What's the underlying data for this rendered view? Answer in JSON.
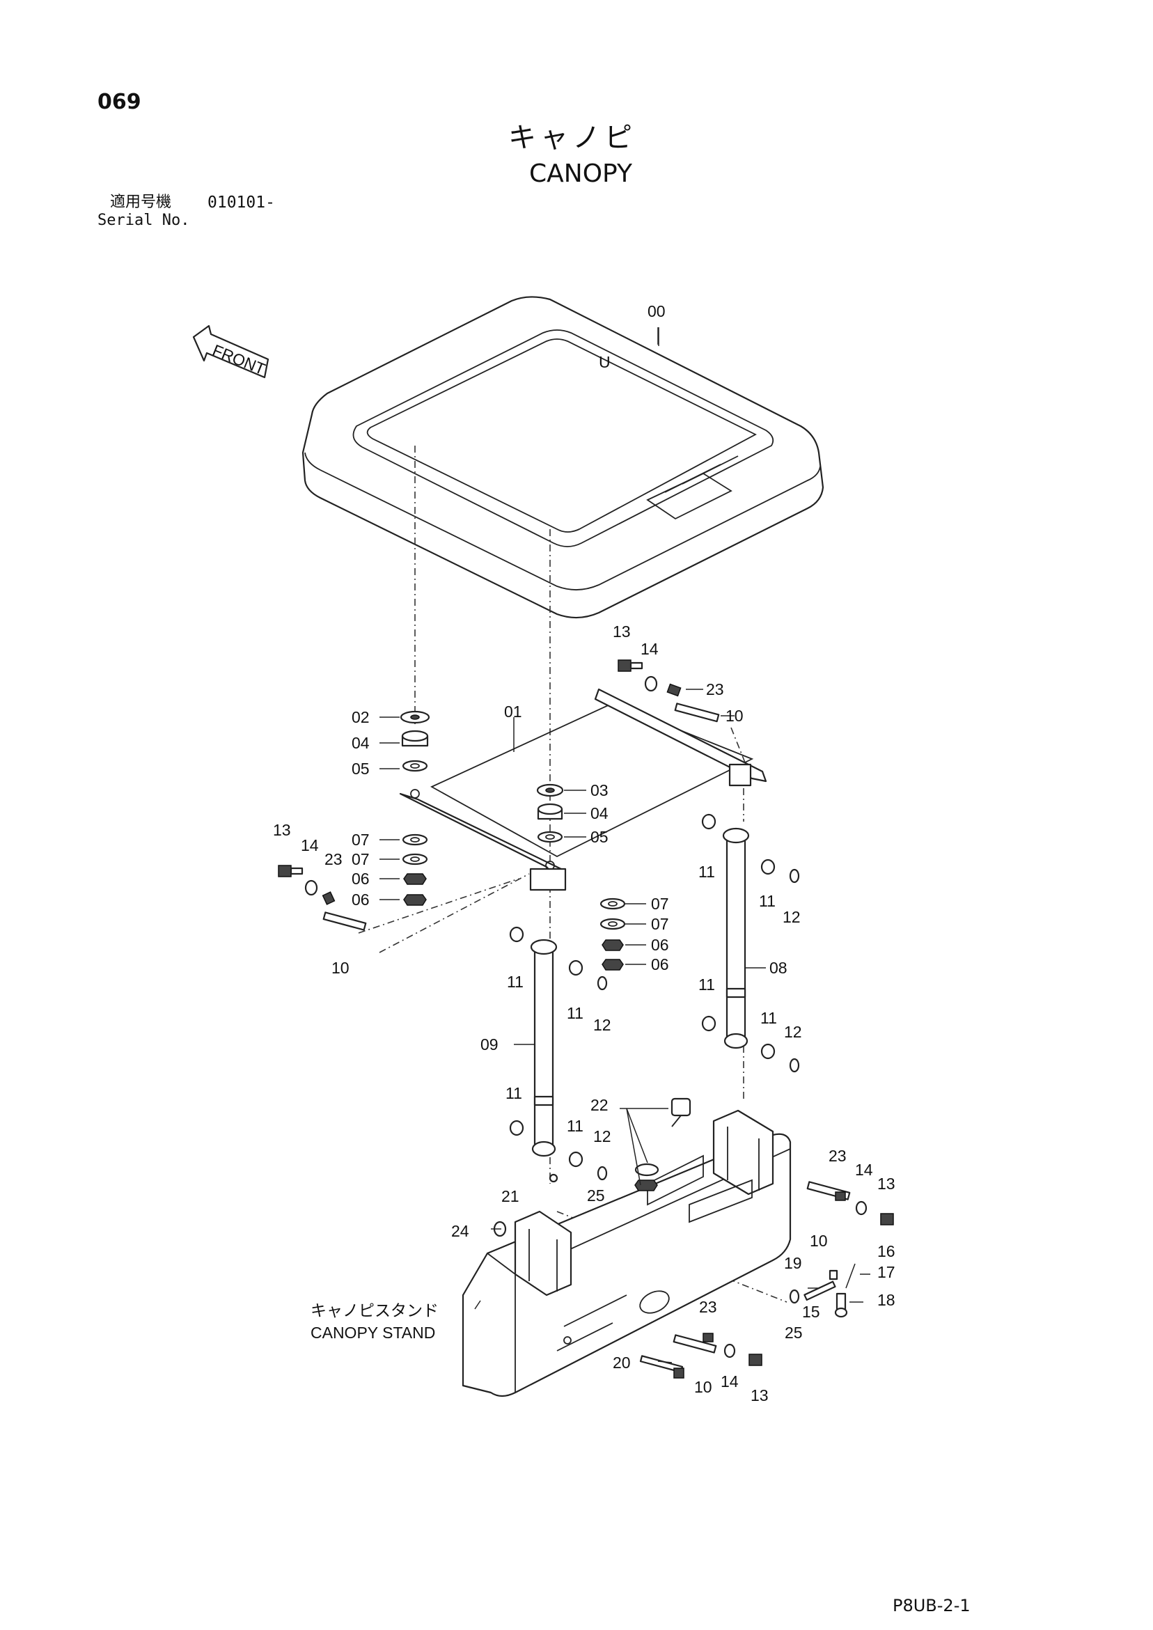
{
  "header": {
    "page_number": "069",
    "title_jp": "キャノピ",
    "title_en": "CANOPY",
    "serial_label_jp": "適用号機",
    "serial_value": "010101-",
    "serial_label_en": "Serial No."
  },
  "front_arrow": {
    "label": "FRONT"
  },
  "stand_label": {
    "jp": "キャノピスタンド",
    "en": "CANOPY STAND"
  },
  "callouts": {
    "c00": "00",
    "c01": "01",
    "c02": "02",
    "c04a": "04",
    "c05a": "05",
    "c03": "03",
    "c04b": "04",
    "c05b": "05",
    "c07a": "07",
    "c07b": "07",
    "c06a": "06",
    "c06b": "06",
    "c07c": "07",
    "c07d": "07",
    "c06c": "06",
    "c06d": "06",
    "c13a": "13",
    "c14a": "14",
    "c23a": "23",
    "c10a": "10",
    "c13b": "13",
    "c14b": "14",
    "c23b": "23",
    "c10b": "10",
    "c08": "08",
    "c09": "09",
    "c11a": "11",
    "c11b": "11",
    "c12a": "12",
    "c11c": "11",
    "c11d": "11",
    "c12b": "12",
    "c11e": "11",
    "c11f": "11",
    "c12c": "12",
    "c11g": "11",
    "c11h": "11",
    "c12d": "12",
    "c22": "22",
    "c25a": "25",
    "c21": "21",
    "c24": "24",
    "c23c": "23",
    "c14c": "14",
    "c13c": "13",
    "c10c": "10",
    "c16": "16",
    "c17": "17",
    "c19": "19",
    "c15": "15",
    "c18": "18",
    "c25b": "25",
    "c23d": "23",
    "c20": "20",
    "c10d": "10",
    "c14d": "14",
    "c13d": "13"
  },
  "footer": {
    "doc_code": "P8UB-2-1"
  }
}
